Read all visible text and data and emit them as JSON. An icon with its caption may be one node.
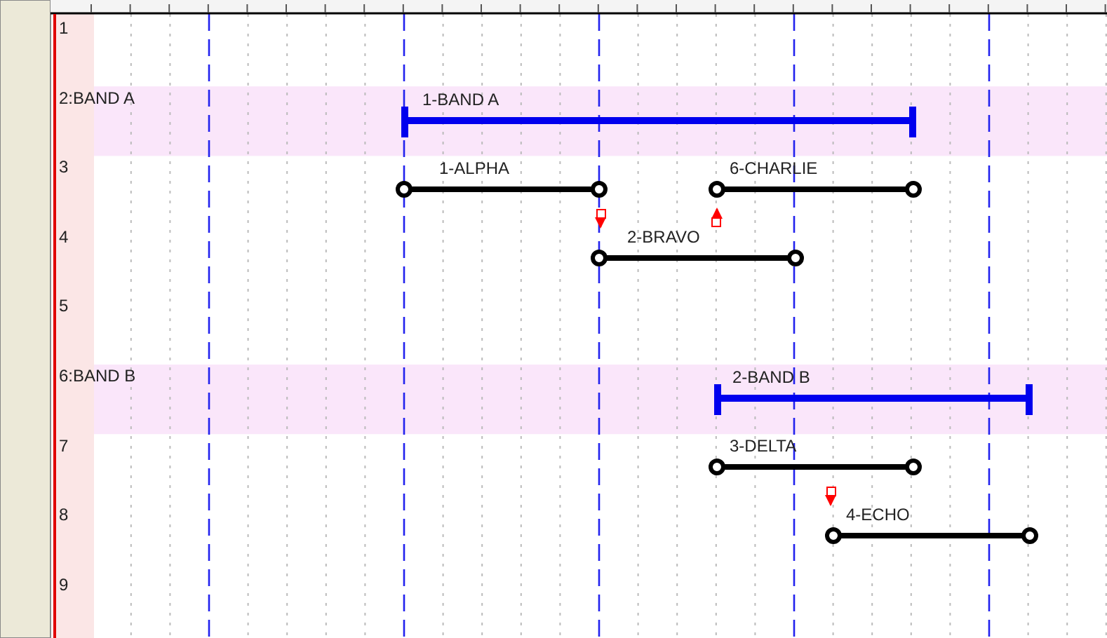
{
  "diagram": {
    "nodes": [
      {
        "text": [
          "1-BAND A"
        ]
      },
      {
        "text": [
          "1-ALPHA"
        ]
      },
      {
        "text": [
          "6-CHARLIE"
        ]
      },
      {
        "text": [
          "2-BRAVO"
        ]
      },
      {
        "text": [
          "2-BAND B"
        ]
      },
      {
        "text": [
          "3-DELTA"
        ]
      },
      {
        "text": [
          "4-ECHO"
        ]
      }
    ],
    "edges": [
      {
        "from": 1,
        "to": 3,
        "arrow": "to",
        "color": "#ff0000"
      },
      {
        "from": 3,
        "to": 2,
        "arrow": "to",
        "color": "#ff0000"
      },
      {
        "from": 5,
        "to": 6,
        "arrow": "to",
        "color": "#ff0000"
      }
    ],
    "labels": [
      "1",
      "2:BAND A",
      "3",
      "4",
      "5",
      "6:BAND B",
      "7",
      "8",
      "9"
    ]
  }
}
